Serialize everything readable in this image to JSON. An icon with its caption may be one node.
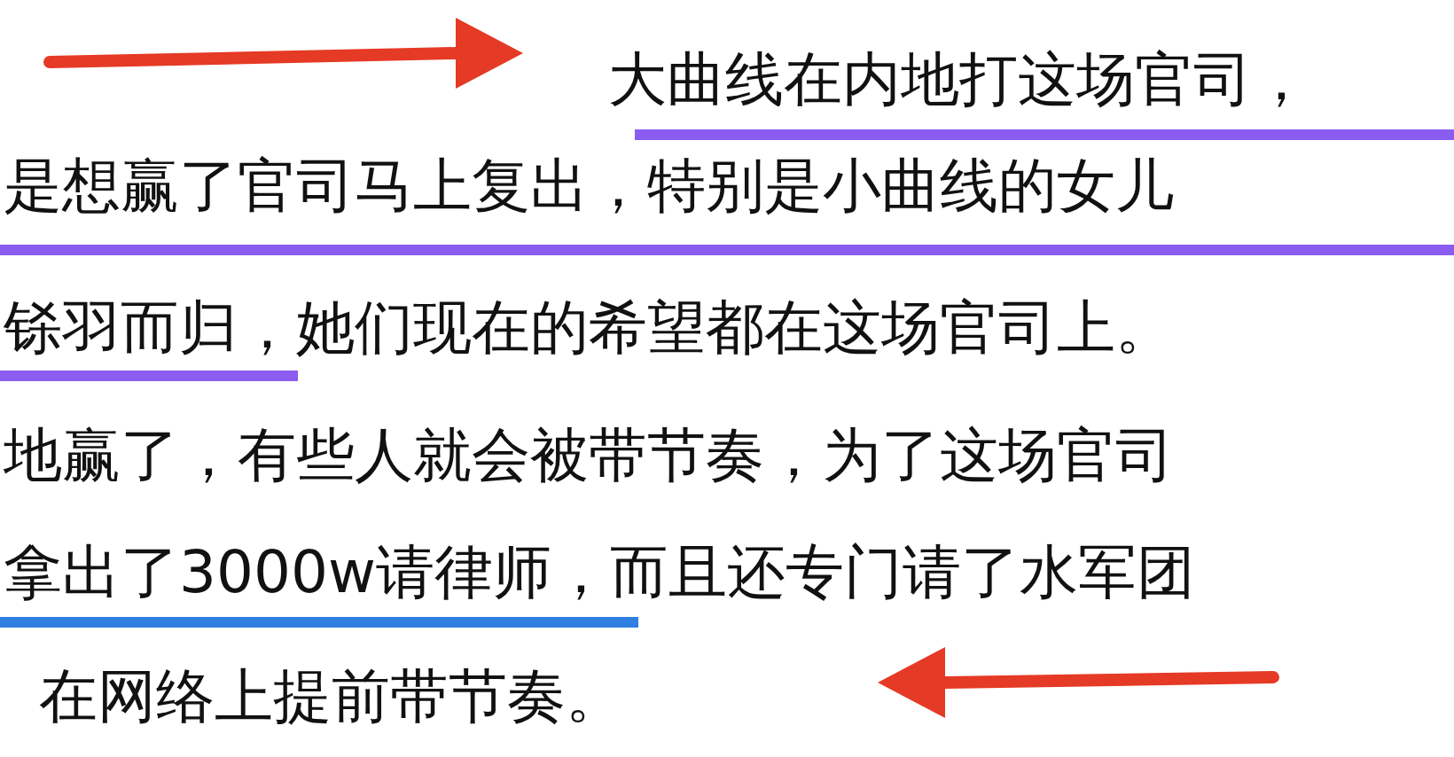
{
  "diagram": {
    "labels": [
      "大曲线在内地打这场官司，",
      "是想赢了官司马上复出，特别是小曲线的女儿",
      "铩羽而归，她们现在的希望都在这场官司上。",
      "地赢了，有些人就会被带节奏，为了这场官司",
      "拿出了3000w请律师，而且还专门请了水军团",
      "在网络上提前带节奏。"
    ]
  }
}
